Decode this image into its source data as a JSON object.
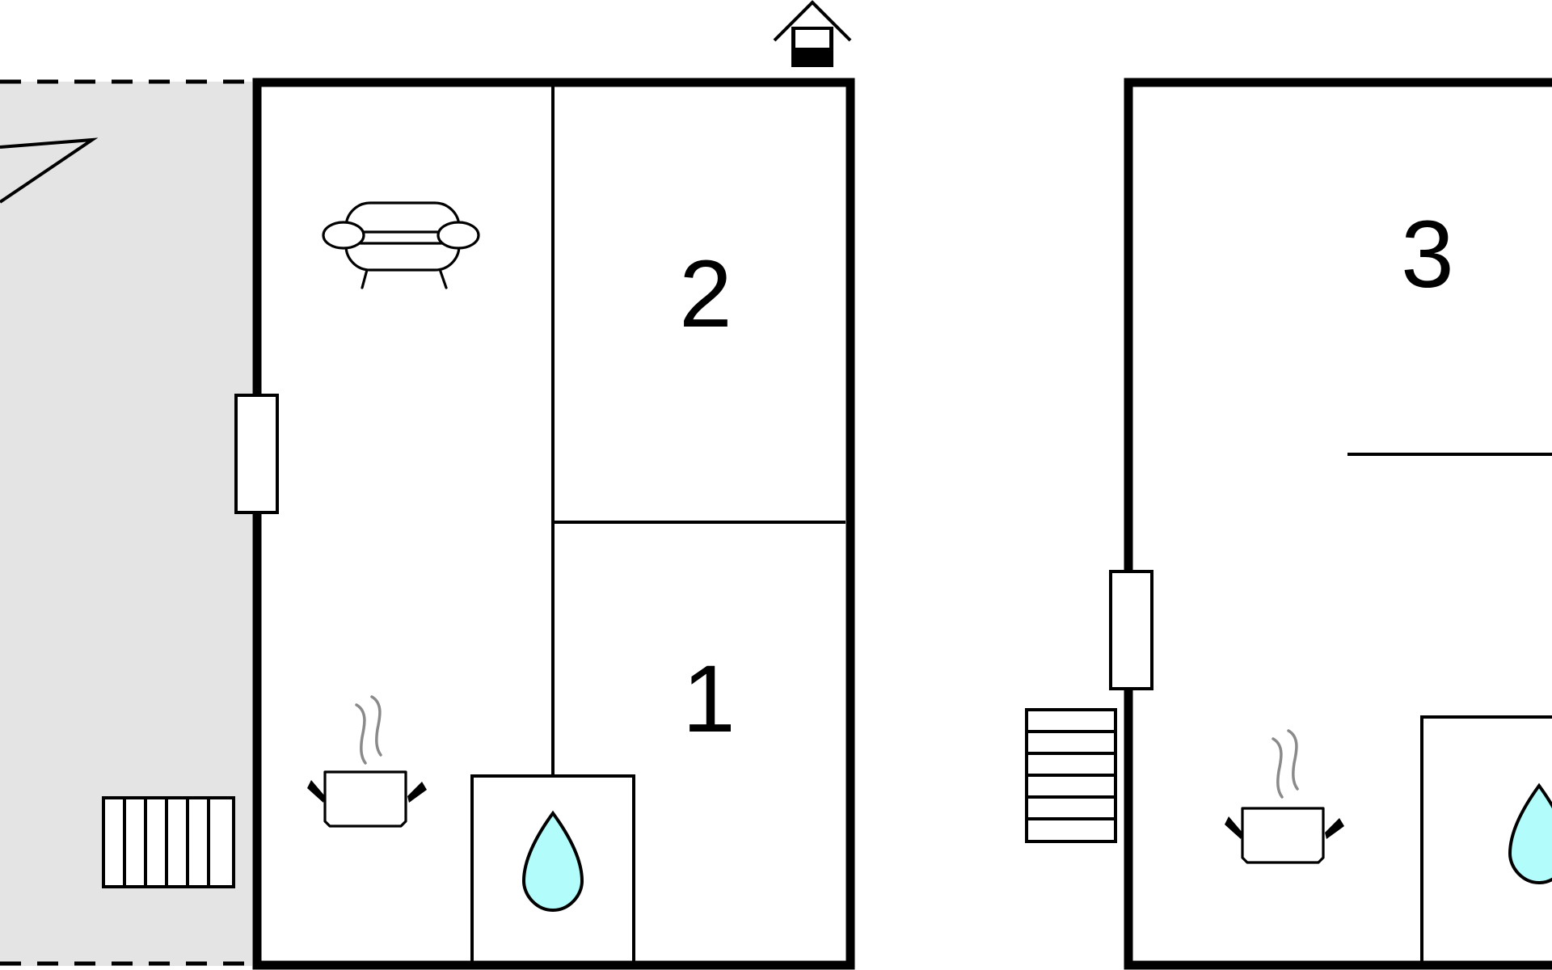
{
  "floor_plan": {
    "rooms": [
      {
        "label": "1"
      },
      {
        "label": "2"
      },
      {
        "label": "3"
      }
    ],
    "icons": {
      "sofa": "sofa-icon",
      "cooking_pot": "cooking-pot-icon",
      "water_drop": "water-drop-icon",
      "stairs": "stairs-icon",
      "entrance": "entrance-icon",
      "door": "door-icon",
      "north_arrow": "north-arrow-icon"
    },
    "colors": {
      "terrace": "#e4e4e4",
      "water_drop": "#b3fcfc",
      "wall": "#000000",
      "steam": "#8a8a8a"
    }
  }
}
